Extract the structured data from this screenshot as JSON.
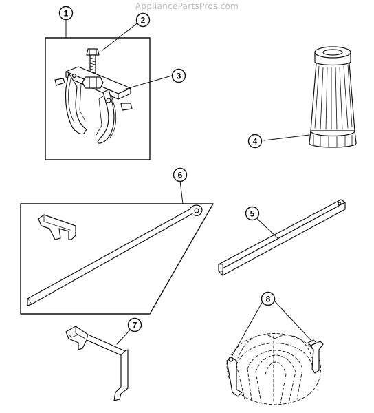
{
  "watermark": "AppliancePartsPros.com",
  "callouts": [
    {
      "id": "callout-1",
      "label": "1"
    },
    {
      "id": "callout-2",
      "label": "2"
    },
    {
      "id": "callout-3",
      "label": "3"
    },
    {
      "id": "callout-4",
      "label": "4"
    },
    {
      "id": "callout-5",
      "label": "5"
    },
    {
      "id": "callout-6",
      "label": "6"
    },
    {
      "id": "callout-7",
      "label": "7"
    },
    {
      "id": "callout-8",
      "label": "8"
    }
  ]
}
